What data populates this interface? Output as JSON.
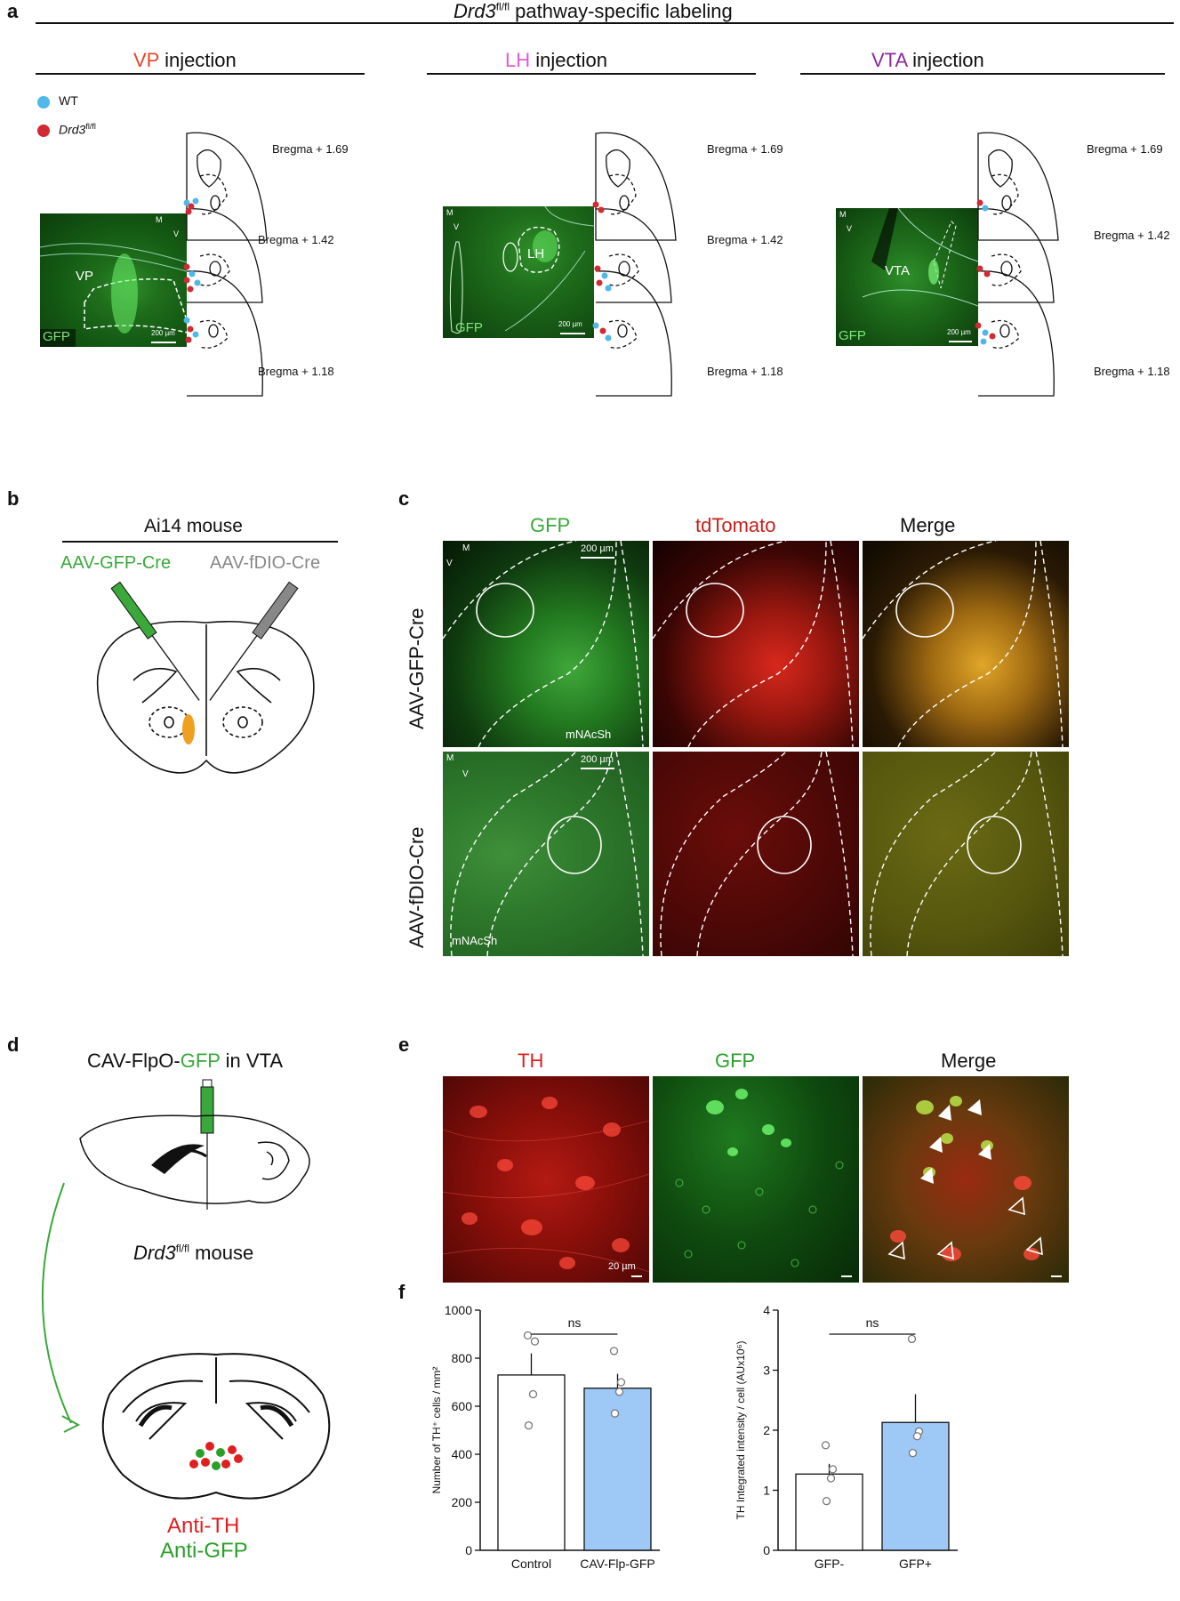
{
  "panel_a": {
    "label": "a",
    "title_gene": "Drd3",
    "title_sup": "fl/fl",
    "title_rest": " pathway-specific labeling",
    "vp": {
      "prefix": "VP",
      "suffix": " injection",
      "region": "VP",
      "img_label": "GFP",
      "scale": "200 µm"
    },
    "lh": {
      "prefix": "LH",
      "suffix": " injection",
      "region": "LH",
      "img_label": "GFP",
      "scale": "200 µm"
    },
    "vta": {
      "prefix": "VTA",
      "suffix": " injection",
      "region": "VTA",
      "img_label": "GFP",
      "scale": "200 µm"
    },
    "legend": {
      "wt": "WT",
      "drd3": "Drd3",
      "drd3_sup": "fl/fl"
    },
    "bregma": [
      "Bregma + 1.69",
      "Bregma + 1.42",
      "Bregma + 1.18"
    ],
    "axis_m": "M",
    "axis_v": "V",
    "colors": {
      "vp": "#e8452a",
      "lh": "#e05ad8",
      "vta": "#8a2a9a",
      "wt": "#4fb8e8",
      "drd3": "#d22a32"
    }
  },
  "panel_b": {
    "label": "b",
    "title": "Ai14 mouse",
    "left_virus": "AAV-GFP-Cre",
    "right_virus": "AAV-fDIO-Cre"
  },
  "panel_c": {
    "label": "c",
    "col_gfp": "GFP",
    "col_tdtomato": "tdTomato",
    "col_merge": "Merge",
    "row1": "AAV-GFP-Cre",
    "row2": "AAV-fDIO-Cre",
    "region": "mNAcSh",
    "scale": "200 µm",
    "axis_m": "M",
    "axis_v": "V"
  },
  "panel_d": {
    "label": "d",
    "title_prefix": "CAV-FlpO-",
    "title_gfp": "GFP",
    "title_suffix": " in VTA",
    "mouse_gene": "Drd3",
    "mouse_sup": "fl/fl",
    "mouse_rest": " mouse",
    "anti_th": "Anti-TH",
    "anti_gfp": "Anti-GFP"
  },
  "panel_e": {
    "label": "e",
    "col_th": "TH",
    "col_gfp": "GFP",
    "col_merge": "Merge",
    "scale": "20 µm"
  },
  "panel_f": {
    "label": "f"
  },
  "chart_data": [
    {
      "type": "bar",
      "categories": [
        "Control",
        "CAV-Flp-GFP"
      ],
      "values": [
        730,
        675
      ],
      "sem": [
        90,
        60
      ],
      "points": [
        [
          895,
          870,
          650,
          520
        ],
        [
          830,
          700,
          660,
          570
        ]
      ],
      "ylabel": "Number of TH⁺ cells / mm²",
      "ylim": [
        0,
        1000
      ],
      "yticks": [
        0,
        200,
        400,
        600,
        800,
        1000
      ],
      "significance": "ns",
      "colors": [
        "#ffffff",
        "#9ec8f5"
      ]
    },
    {
      "type": "bar",
      "categories": [
        "GFP-",
        "GFP+"
      ],
      "values": [
        1.27,
        2.13
      ],
      "sem": [
        0.17,
        0.47
      ],
      "points": [
        [
          1.75,
          1.35,
          1.2,
          0.82
        ],
        [
          3.52,
          1.98,
          1.9,
          1.62
        ]
      ],
      "ylabel": "TH Integrated intensity / cell (AUx10⁶)",
      "ylim": [
        0,
        4
      ],
      "yticks": [
        0,
        1,
        2,
        3,
        4
      ],
      "significance": "ns",
      "colors": [
        "#ffffff",
        "#9ec8f5"
      ]
    }
  ]
}
